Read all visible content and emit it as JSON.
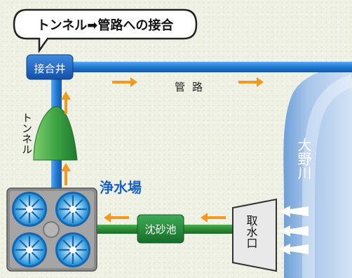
{
  "title": "トンネル➡管路への接合",
  "labels": {
    "junction_well": "接合井",
    "pipeline": "管路",
    "tunnel": "トンネル",
    "purification_plant": "浄水場",
    "sedimentation_basin": "沈砂池",
    "intake": "取水口",
    "river": "大野川"
  },
  "colors": {
    "water_pipe": "#1f7ad6",
    "junction_box": "#1a64c4",
    "tunnel_green": "#2f9a3e",
    "channel_green": "#2e8b35",
    "basin_green": "#1f8a3a",
    "flow_arrow": "#f39a1e",
    "river_blue": "#a9c6ea",
    "plant_label": "#1a63c7"
  },
  "icons": {
    "flow_arrow": "orange-arrow-icon",
    "river_flow": "white-arrow-icon",
    "filter_fan": "fan-icon"
  }
}
